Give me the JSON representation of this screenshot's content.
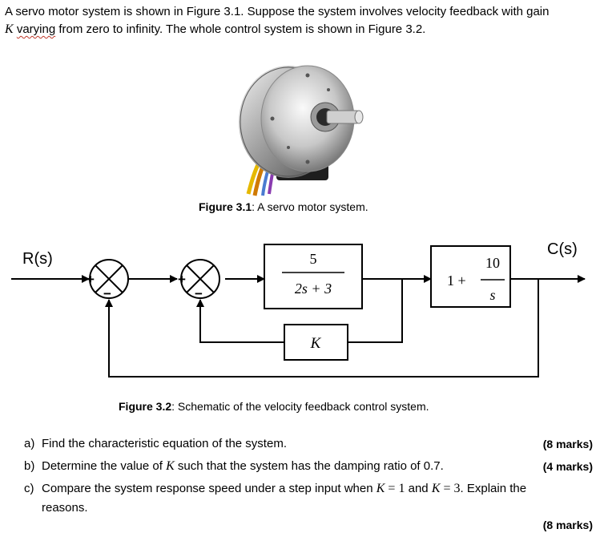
{
  "intro": {
    "line1": "A servo motor system is shown in Figure 3.1. Suppose the system involves velocity feedback with gain",
    "var_k": "K",
    "varying": "varying",
    "line2_rest": " from zero to infinity. The whole control system is shown in Figure 3.2."
  },
  "figure1": {
    "label": "Figure 3.1",
    "text": ": A servo motor system."
  },
  "diagram": {
    "input_label": "R(s)",
    "output_label": "C(s)",
    "plus1": "+",
    "minus1": "−",
    "plus2": "+",
    "minus2": "−",
    "g1_num": "5",
    "g1_den": "2s + 3",
    "g2_prefix": "1 +",
    "g2_num": "10",
    "g2_den": "s",
    "feedback_gain": "K"
  },
  "figure2": {
    "label": "Figure 3.2",
    "text": ": Schematic of the velocity feedback control system."
  },
  "questions": {
    "a": {
      "label": "a)",
      "text": "Find the characteristic equation of the system.",
      "marks": "(8 marks)"
    },
    "b": {
      "label": "b)",
      "text_pre": "Determine the value of ",
      "var": "K",
      "text_post": " such that the system has the damping ratio of 0.7.",
      "marks": "(4 marks)"
    },
    "c": {
      "label": "c)",
      "text_pre": "Compare the system response speed under a step input when ",
      "k1": "K",
      "eq1": " = 1",
      "and": " and ",
      "k2": "K",
      "eq2": " = 3",
      "text_post": ". Explain the",
      "line2": "reasons.",
      "marks": "(8 marks)"
    }
  }
}
